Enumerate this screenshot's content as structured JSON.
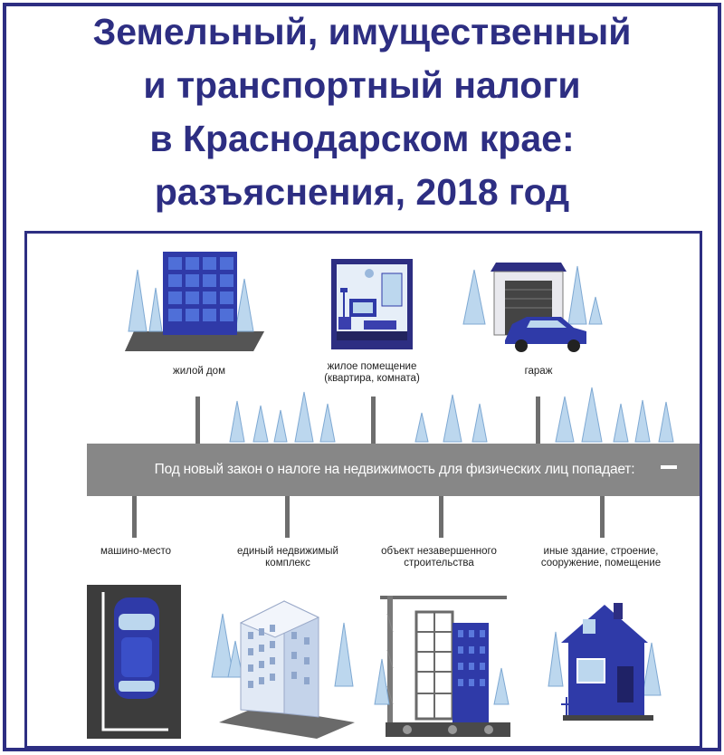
{
  "title": {
    "lines": [
      "Земельный, имущественный",
      "и транспортный налоги",
      "в Краснодарском крае:",
      "разъяснения, 2018 год"
    ]
  },
  "bar_text": "Под новый закон о налоге на недвижимость для физических лиц попадает:",
  "top_items": [
    {
      "label": "жилой дом",
      "icon": "apartment-building-icon"
    },
    {
      "label": "жилое помещение (квартира, комната)",
      "icon": "living-room-icon"
    },
    {
      "label": "гараж",
      "icon": "garage-car-icon"
    }
  ],
  "bottom_items": [
    {
      "label": "машино-место",
      "icon": "parking-space-car-icon"
    },
    {
      "label": "единый недвижимый комплекс",
      "icon": "building-complex-icon"
    },
    {
      "label": "объект незавершенного строительства",
      "icon": "construction-crane-icon"
    },
    {
      "label": "иные здание, строение, сооружение, помещение",
      "icon": "house-icon"
    }
  ],
  "colors": {
    "navy": "#2d2e82",
    "blue": "#2f3aa8",
    "light_blue": "#bcd7ee",
    "gray_bar": "#878787",
    "connector": "#6e6e6e"
  }
}
